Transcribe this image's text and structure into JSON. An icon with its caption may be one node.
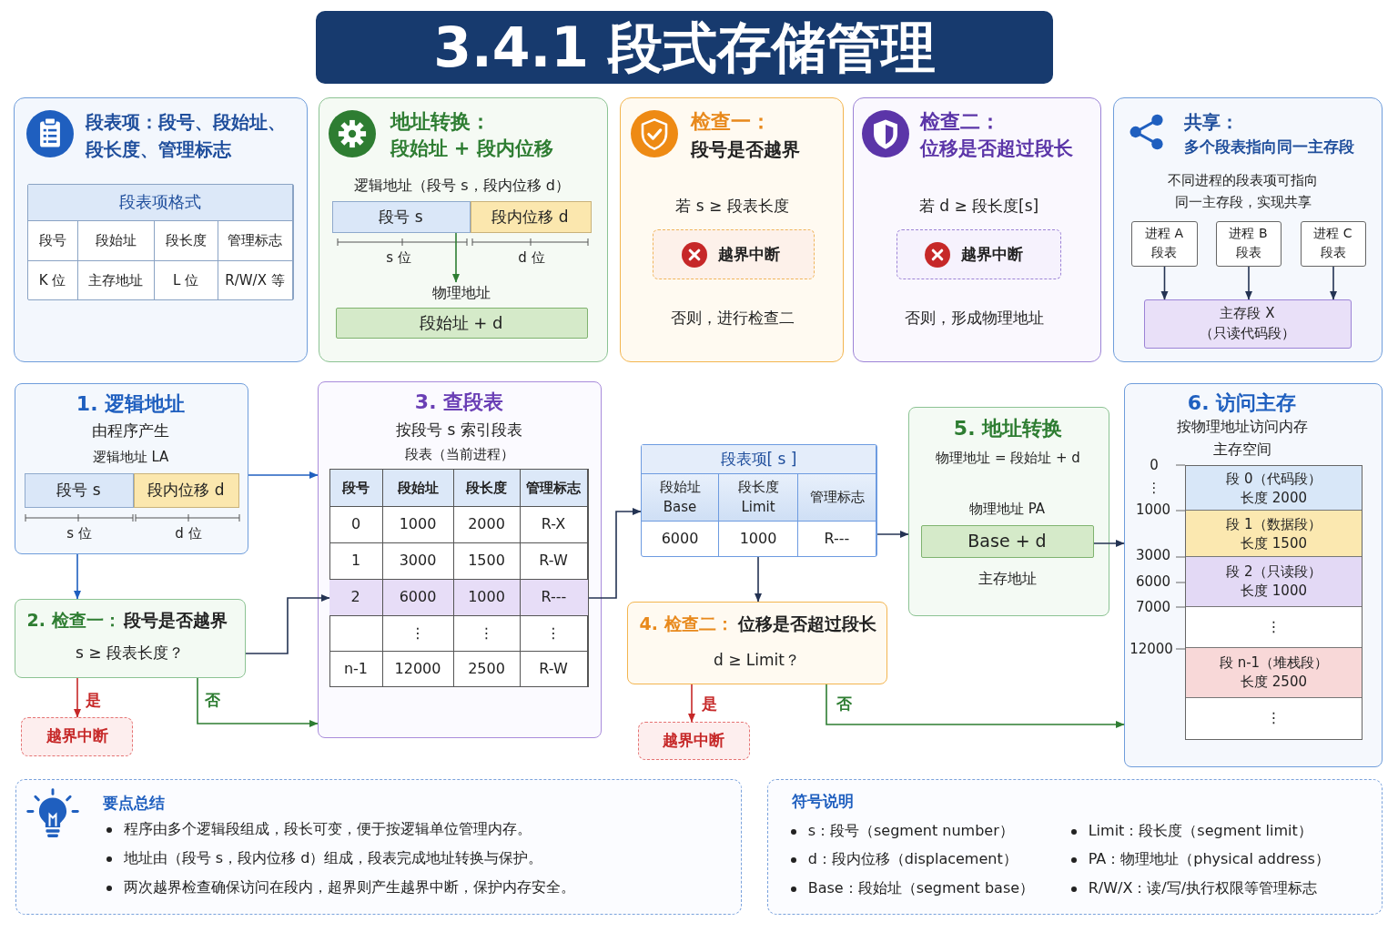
{
  "diagram": {
    "title": "3.4.1 段式存储管理",
    "nodes": [
      {
        "text": [
          "段表项：段号、段始址、段长度、管理标志"
        ]
      },
      {
        "text": [
          "段表项格式",
          "段号",
          "段始址",
          "段长度",
          "管理标志",
          "K 位",
          "主存地址",
          "L 位",
          "R/W/X 等"
        ],
        "in": 0
      },
      {
        "text": [
          "地址转换：",
          "段始址 + 段内位移"
        ]
      },
      {
        "text": [
          "逻辑地址（段号 s，段内位移 d）"
        ],
        "in": 2
      },
      {
        "text": [
          "段号 s"
        ],
        "in": 3
      },
      {
        "text": [
          "段内位移 d"
        ],
        "in": 3
      },
      {
        "text": [
          "物理地址",
          "段始址 + d"
        ],
        "in": 2
      },
      {
        "text": [
          "检查一：",
          "段号是否越界",
          "若 s ≥ 段表长度",
          "否则，进行检查二"
        ]
      },
      {
        "text": [
          "越界中断"
        ],
        "in": 7
      },
      {
        "text": [
          "检查二：",
          "位移是否超过段长",
          "若 d ≥ 段长度[s]",
          "否则，形成物理地址"
        ]
      },
      {
        "text": [
          "越界中断"
        ],
        "in": 9
      },
      {
        "text": [
          "共享：",
          "多个段表指向同一主存段",
          "不同进程的段表项可指向同一主存段，实现共享"
        ]
      },
      {
        "text": [
          "进程 A 段表"
        ],
        "in": 11
      },
      {
        "text": [
          "进程 B 段表"
        ],
        "in": 11
      },
      {
        "text": [
          "进程 C 段表"
        ],
        "in": 11
      },
      {
        "text": [
          "主存段 X",
          "（只读代码段）"
        ],
        "in": 11
      },
      {
        "text": [
          "1. 逻辑地址",
          "由程序产生",
          "逻辑地址 LA"
        ]
      },
      {
        "text": [
          "段号 s"
        ],
        "in": 16
      },
      {
        "text": [
          "段内位移 d"
        ],
        "in": 16
      },
      {
        "text": [
          "2. 检查一：",
          "段号是否越界",
          "s ≥ 段表长度？"
        ]
      },
      {
        "text": [
          "越界中断"
        ]
      },
      {
        "text": [
          "3. 查段表",
          "按段号 s 索引段表",
          "段表（当前进程）"
        ]
      },
      {
        "text": [
          "段号",
          "段始址",
          "段长度",
          "管理标志",
          "0",
          "1000",
          "2000",
          "R-X",
          "1",
          "3000",
          "1500",
          "R-W",
          "⋮",
          "⋮",
          "⋮",
          "n-1",
          "12000",
          "2500",
          "R-W"
        ],
        "in": 21
      },
      {
        "text": [
          "2",
          "6000",
          "1000",
          "R---"
        ],
        "in": 22
      },
      {
        "text": [
          "段表项[ s ]",
          "段始址 Base",
          "段长度 Limit",
          "管理标志",
          "6000",
          "1000",
          "R---"
        ]
      },
      {
        "text": [
          "4. 检查二：",
          "位移是否超过段长",
          "d ≥ Limit？"
        ]
      },
      {
        "text": [
          "越界中断"
        ]
      },
      {
        "text": [
          "5. 地址转换",
          "物理地址 = 段始址 + d"
        ]
      },
      {
        "text": [
          "物理地址 PA",
          "Base + d"
        ],
        "in": 27,
        "beside": [
          "主存地址"
        ]
      },
      {
        "text": [
          "6. 访问主存",
          "按物理地址访问内存",
          "主存空间"
        ]
      },
      {
        "text": [],
        "shape": "box",
        "in": 29
      },
      {
        "text": [
          "段 0（代码段）",
          "长度 2000"
        ],
        "in": 30
      },
      {
        "text": [
          "段 1（数据段）",
          "长度 1500"
        ],
        "in": 30
      },
      {
        "text": [
          "段 2（只读段）",
          "长度 1000"
        ],
        "in": 30
      },
      {
        "text": [
          "⋮"
        ],
        "in": 30
      },
      {
        "text": [
          "段 n-1（堆栈段）",
          "长度 2500"
        ],
        "in": 30
      },
      {
        "text": [
          "⋮"
        ],
        "in": 30
      },
      {
        "text": [
          "要点总结",
          "程序由多个逻辑段组成，段长可变，便于按逻辑单位管理内存。",
          "地址由（段号 s，段内位移 d）组成，段表完成地址转换与保护。",
          "两次越界检查确保访问在段内，超界则产生越界中断，保护内存安全。"
        ]
      },
      {
        "text": [
          "符号说明",
          "s：段号（segment number）",
          "d：段内位移（displacement）",
          "Base：段始址（segment base）",
          "Limit：段长度（segment limit）",
          "PA：物理地址（physical address）",
          "R/W/X：读/写/执行权限等管理标志"
        ]
      }
    ],
    "edges": [
      {
        "from": 3,
        "to": 6,
        "arrow": "to",
        "color": "#2e7d32"
      },
      {
        "from": 12,
        "to": 15,
        "arrow": "to"
      },
      {
        "from": 13,
        "to": 15,
        "arrow": "to"
      },
      {
        "from": 14,
        "to": 15,
        "arrow": "to"
      },
      {
        "from": 16,
        "to": 21,
        "arrow": "to",
        "color": "#1f5fbf"
      },
      {
        "from": 16,
        "to": 19,
        "arrow": "to",
        "color": "#1f5fbf"
      },
      {
        "from": 19,
        "to": 20,
        "arrow": "to",
        "label": "是",
        "color": "#c62828"
      },
      {
        "from": 19,
        "to": 21,
        "arrow": "to",
        "label": "否",
        "color": "#2e7d32"
      },
      {
        "from": 19,
        "to": 23,
        "arrow": "to"
      },
      {
        "from": 23,
        "to": 24,
        "arrow": "to"
      },
      {
        "from": 24,
        "to": 25,
        "arrow": "to"
      },
      {
        "from": 24,
        "to": 27,
        "arrow": "to"
      },
      {
        "from": 25,
        "to": 26,
        "arrow": "to",
        "label": "是",
        "color": "#c62828"
      },
      {
        "from": 25,
        "to": 29,
        "arrow": "to",
        "label": "否",
        "color": "#2e7d32"
      },
      {
        "from": 28,
        "to": 29,
        "arrow": "to"
      }
    ],
    "labels": [
      "s 位",
      "d 位",
      "s 位",
      "d 位",
      "0",
      "⋮",
      "1000",
      "3000",
      "6000",
      "7000",
      "12000"
    ]
  }
}
